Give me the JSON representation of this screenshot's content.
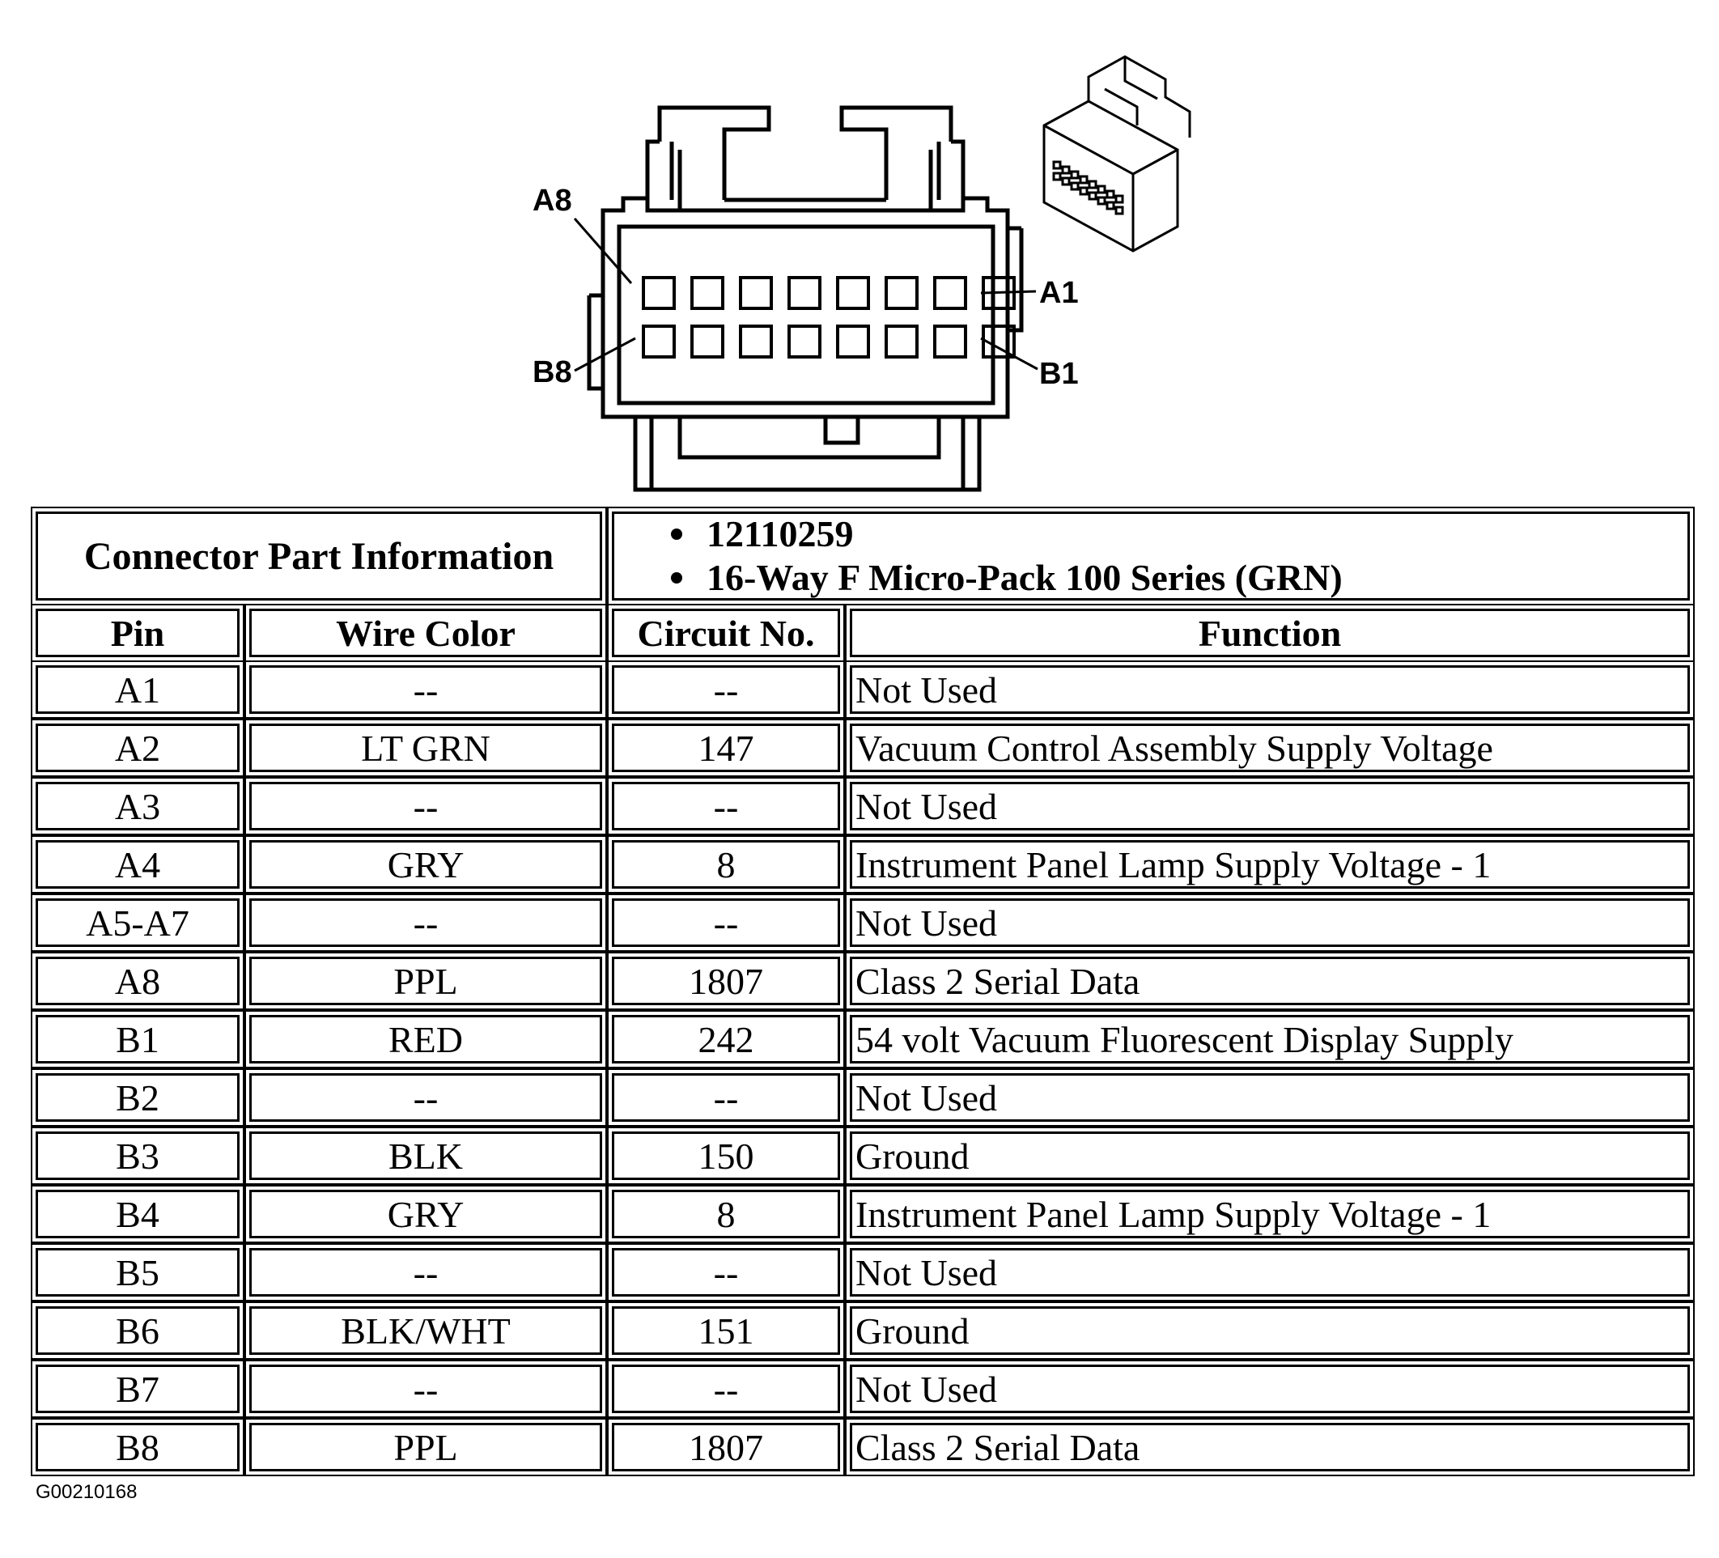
{
  "diagram": {
    "pin_labels": {
      "a8": "A8",
      "a1": "A1",
      "b8": "B8",
      "b1": "B1"
    }
  },
  "connector_info": {
    "label": "Connector Part Information",
    "part_number": "12110259",
    "description": "16-Way F Micro-Pack 100 Series (GRN)"
  },
  "table": {
    "headers": {
      "pin": "Pin",
      "wire_color": "Wire Color",
      "circuit": "Circuit No.",
      "function": "Function"
    },
    "rows": [
      {
        "pin": "A1",
        "wire_color": "--",
        "circuit": "--",
        "function": "Not Used"
      },
      {
        "pin": "A2",
        "wire_color": "LT GRN",
        "circuit": "147",
        "function": "Vacuum Control Assembly Supply Voltage"
      },
      {
        "pin": "A3",
        "wire_color": "--",
        "circuit": "--",
        "function": "Not Used"
      },
      {
        "pin": "A4",
        "wire_color": "GRY",
        "circuit": "8",
        "function": "Instrument Panel Lamp Supply Voltage - 1"
      },
      {
        "pin": "A5-A7",
        "wire_color": "--",
        "circuit": "--",
        "function": "Not Used"
      },
      {
        "pin": "A8",
        "wire_color": "PPL",
        "circuit": "1807",
        "function": "Class 2 Serial Data"
      },
      {
        "pin": "B1",
        "wire_color": "RED",
        "circuit": "242",
        "function": "54 volt Vacuum Fluorescent Display Supply"
      },
      {
        "pin": "B2",
        "wire_color": "--",
        "circuit": "--",
        "function": "Not Used"
      },
      {
        "pin": "B3",
        "wire_color": "BLK",
        "circuit": "150",
        "function": "Ground"
      },
      {
        "pin": "B4",
        "wire_color": "GRY",
        "circuit": "8",
        "function": "Instrument Panel Lamp Supply Voltage - 1"
      },
      {
        "pin": "B5",
        "wire_color": "--",
        "circuit": "--",
        "function": "Not Used"
      },
      {
        "pin": "B6",
        "wire_color": "BLK/WHT",
        "circuit": "151",
        "function": "Ground"
      },
      {
        "pin": "B7",
        "wire_color": "--",
        "circuit": "--",
        "function": "Not Used"
      },
      {
        "pin": "B8",
        "wire_color": "PPL",
        "circuit": "1807",
        "function": "Class 2 Serial Data"
      }
    ]
  },
  "footer": {
    "figure_id": "G00210168"
  }
}
